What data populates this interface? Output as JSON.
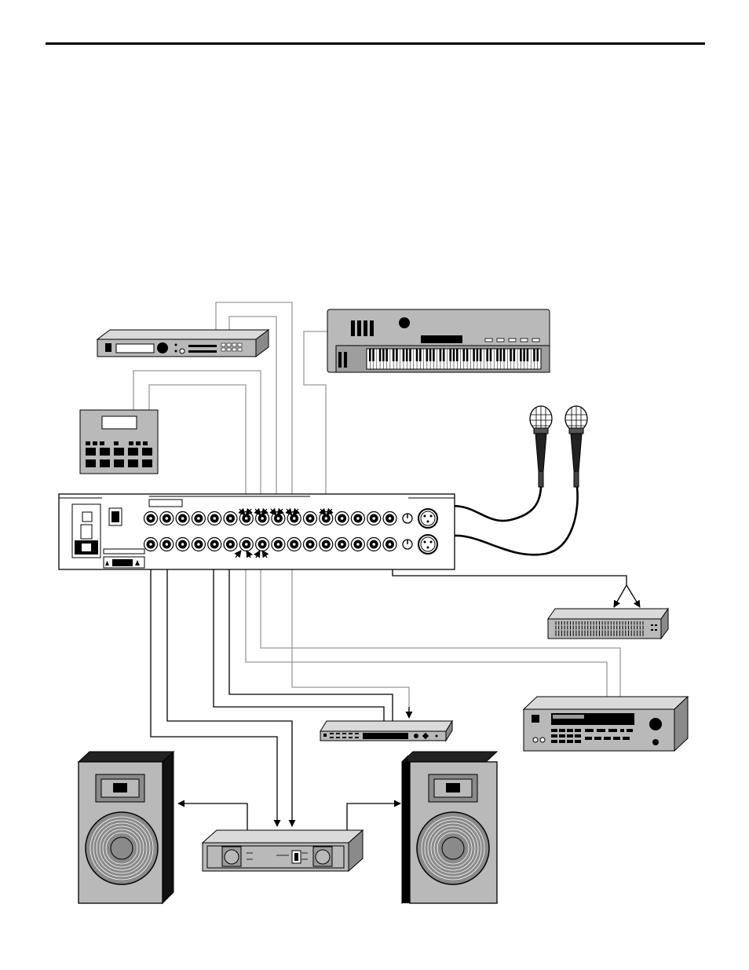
{
  "page": {
    "header_rule": true,
    "background": "#ffffff"
  },
  "colors": {
    "ink": "#000000",
    "device_gray": "#b9b9b9",
    "device_dark": "#8a8a8a",
    "device_light": "#dadada",
    "cable_light": "#9a9a9a",
    "cabinet_side": "#222222"
  },
  "diagram": {
    "nodes": [
      {
        "id": "sound-module",
        "icon": "rack-synth-module-icon"
      },
      {
        "id": "drum-machine",
        "icon": "drum-machine-icon"
      },
      {
        "id": "keyboard-synth",
        "icon": "keyboard-synthesizer-icon"
      },
      {
        "id": "microphone-1",
        "icon": "microphone-icon"
      },
      {
        "id": "microphone-2",
        "icon": "microphone-icon"
      },
      {
        "id": "mixer",
        "icon": "rack-mixer-rear-panel-icon"
      },
      {
        "id": "graphic-equalizer",
        "icon": "graphic-eq-icon"
      },
      {
        "id": "sampler",
        "icon": "rack-sampler-icon"
      },
      {
        "id": "effects-processor",
        "icon": "effects-processor-icon"
      },
      {
        "id": "power-amplifier",
        "icon": "power-amplifier-icon"
      },
      {
        "id": "speaker-left",
        "icon": "speaker-cabinet-icon"
      },
      {
        "id": "speaker-right",
        "icon": "speaker-cabinet-icon"
      }
    ],
    "connections": [
      {
        "from": "sound-module",
        "to": "mixer"
      },
      {
        "from": "drum-machine",
        "to": "mixer"
      },
      {
        "from": "keyboard-synth",
        "to": "mixer"
      },
      {
        "from": "microphone-1",
        "to": "mixer"
      },
      {
        "from": "microphone-2",
        "to": "mixer"
      },
      {
        "from": "mixer",
        "to": "graphic-equalizer"
      },
      {
        "from": "sampler",
        "to": "mixer"
      },
      {
        "from": "mixer",
        "to": "effects-processor"
      },
      {
        "from": "effects-processor",
        "to": "mixer"
      },
      {
        "from": "mixer",
        "to": "power-amplifier"
      },
      {
        "from": "power-amplifier",
        "to": "speaker-left"
      },
      {
        "from": "power-amplifier",
        "to": "speaker-right"
      }
    ]
  }
}
